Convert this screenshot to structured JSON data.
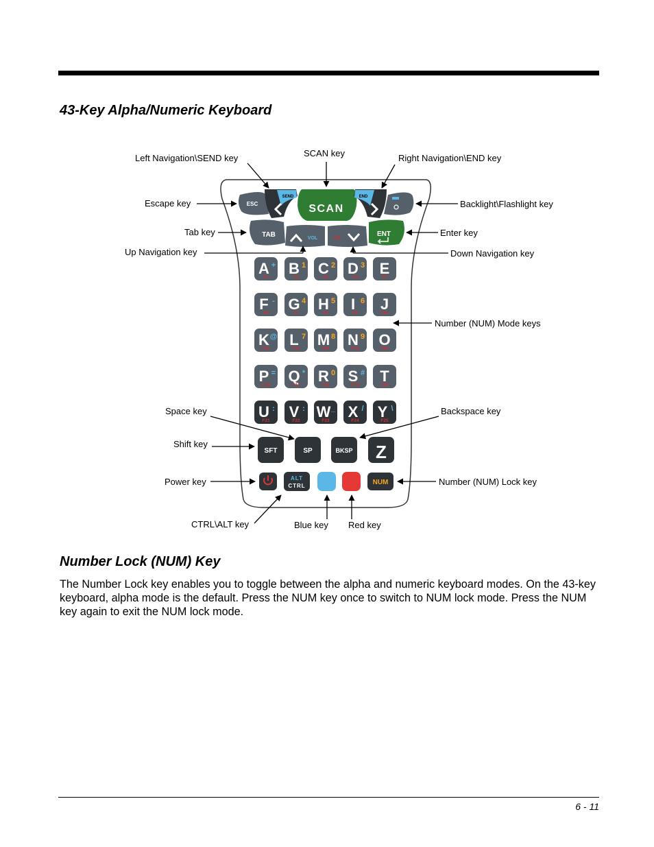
{
  "headings": {
    "keyboard": "43-Key Alpha/Numeric Keyboard",
    "numlock": "Number Lock (NUM) Key"
  },
  "paragraph": "The Number Lock key enables you to toggle between the alpha and numeric keyboard modes. On the 43-key keyboard, alpha mode is the default. Press the NUM key once to switch to NUM lock mode. Press the NUM key again to exit the NUM lock mode.",
  "page_number": "6 - 11",
  "callouts": {
    "left_nav": "Left Navigation\\SEND key",
    "scan": "SCAN key",
    "right_nav": "Right Navigation\\END key",
    "escape": "Escape key",
    "backlight": "Backlight\\Flashlight key",
    "tab": "Tab key",
    "enter": "Enter key",
    "up_nav": "Up Navigation key",
    "down_nav": "Down Navigation key",
    "num_mode": "Number (NUM) Mode keys",
    "space": "Space key",
    "backspace": "Backspace key",
    "shift": "Shift key",
    "power": "Power key",
    "num_lock": "Number (NUM) Lock key",
    "ctrl_alt": "CTRL\\ALT key",
    "blue": "Blue key",
    "red": "Red key"
  },
  "keys": {
    "esc": "ESC",
    "send": "SEND",
    "scan": "SCAN",
    "end": "END",
    "tab": "TAB",
    "vol": "VOL",
    "pg": "PG",
    "ent": "ENT",
    "sft": "SFT",
    "sp": "SP",
    "bksp": "BKSP",
    "z": "Z",
    "alt": "ALT",
    "ctrl": "CTRL",
    "num": "NUM"
  },
  "alpha_grid": [
    [
      {
        "l": "A",
        "n": "+",
        "f": "F1"
      },
      {
        "l": "B",
        "n": "1",
        "f": "F2"
      },
      {
        "l": "C",
        "n": "2",
        "f": "F3"
      },
      {
        "l": "D",
        "n": "3",
        "f": "F4"
      },
      {
        "l": "E",
        "n": "",
        "f": "F5"
      }
    ],
    [
      {
        "l": "F",
        "n": "-",
        "f": "F6"
      },
      {
        "l": "G",
        "n": "4",
        "f": "F7"
      },
      {
        "l": "H",
        "n": "5",
        "f": "F8"
      },
      {
        "l": "I",
        "n": "6",
        "f": "F9"
      },
      {
        "l": "J",
        "n": "",
        "f": "F10"
      }
    ],
    [
      {
        "l": "K",
        "n": "@",
        "f": "F11"
      },
      {
        "l": "L",
        "n": "7",
        "f": "F12"
      },
      {
        "l": "M",
        "n": "8",
        "f": "F13"
      },
      {
        "l": "N",
        "n": "9",
        "f": "F14"
      },
      {
        "l": "O",
        "n": "",
        "f": "F15"
      }
    ],
    [
      {
        "l": "P",
        "n": "=",
        "f": "F16"
      },
      {
        "l": "Q",
        "n": "*",
        "f": "F17"
      },
      {
        "l": "R",
        "n": "0",
        "f": "F18"
      },
      {
        "l": "S",
        "n": "#",
        "f": "F19"
      },
      {
        "l": "T",
        "n": "",
        "f": "F20"
      }
    ],
    [
      {
        "l": "U",
        "n": ":",
        "f": "F21"
      },
      {
        "l": "V",
        "n": ":",
        "f": "F22"
      },
      {
        "l": "W",
        "n": "_",
        "f": "F23"
      },
      {
        "l": "X",
        "n": "/",
        "f": "F24"
      },
      {
        "l": "Y",
        "n": "\\",
        "f": "F25"
      }
    ]
  ],
  "colors": {
    "key_dark": "#2e3338",
    "key_slate": "#56606b",
    "scan_green": "#2e7d32",
    "nav_blue": "#5bb8e6",
    "orange": "#f5a623",
    "red": "#e53935",
    "fkey_red": "#d32f2f"
  }
}
